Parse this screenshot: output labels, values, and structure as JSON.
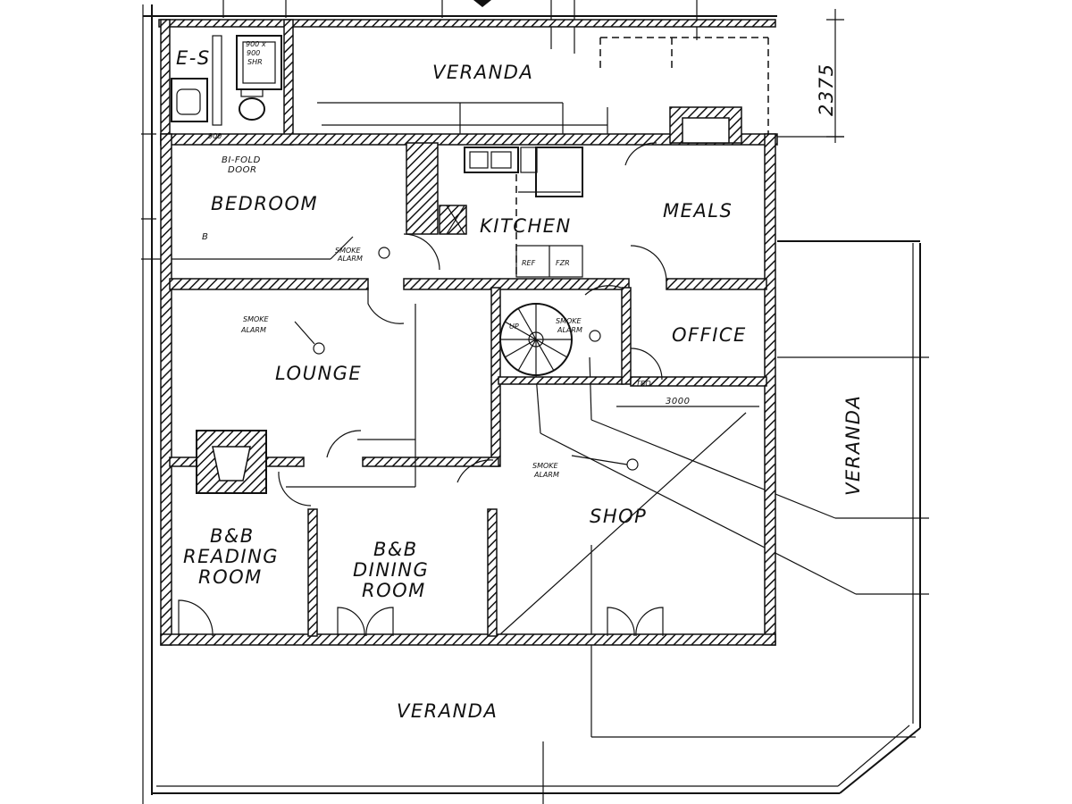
{
  "rooms": {
    "veranda_top": "VERANDA",
    "veranda_right": "VERANDA",
    "veranda_bottom": "VERANDA",
    "ensuite": "E-S",
    "bedroom": "BEDROOM",
    "kitchen": "KITCHEN",
    "meals": "MEALS",
    "office": "OFFICE",
    "lounge": "LOUNGE",
    "shop": "SHOP",
    "reading_room": [
      "B&B",
      "READING",
      "ROOM"
    ],
    "dining_room": [
      "B&B",
      "DINING",
      "ROOM"
    ]
  },
  "notes": {
    "bifold": [
      "BI-FOLD",
      "DOOR"
    ],
    "smoke_alarm": [
      "SMOKE",
      "ALARM"
    ],
    "shower": [
      "900 x",
      "900",
      "SHR"
    ],
    "bed": "B",
    "ref": "REF",
    "fzr": "FZR",
    "stair_up": "UP",
    "dims": {
      "top": "2375",
      "office_w": "3000",
      "office_tag": "TBO",
      "ensuite_tag": "900"
    }
  },
  "icons": [
    "stair-icon",
    "smoke-alarm-icon",
    "door-swing-icon"
  ]
}
